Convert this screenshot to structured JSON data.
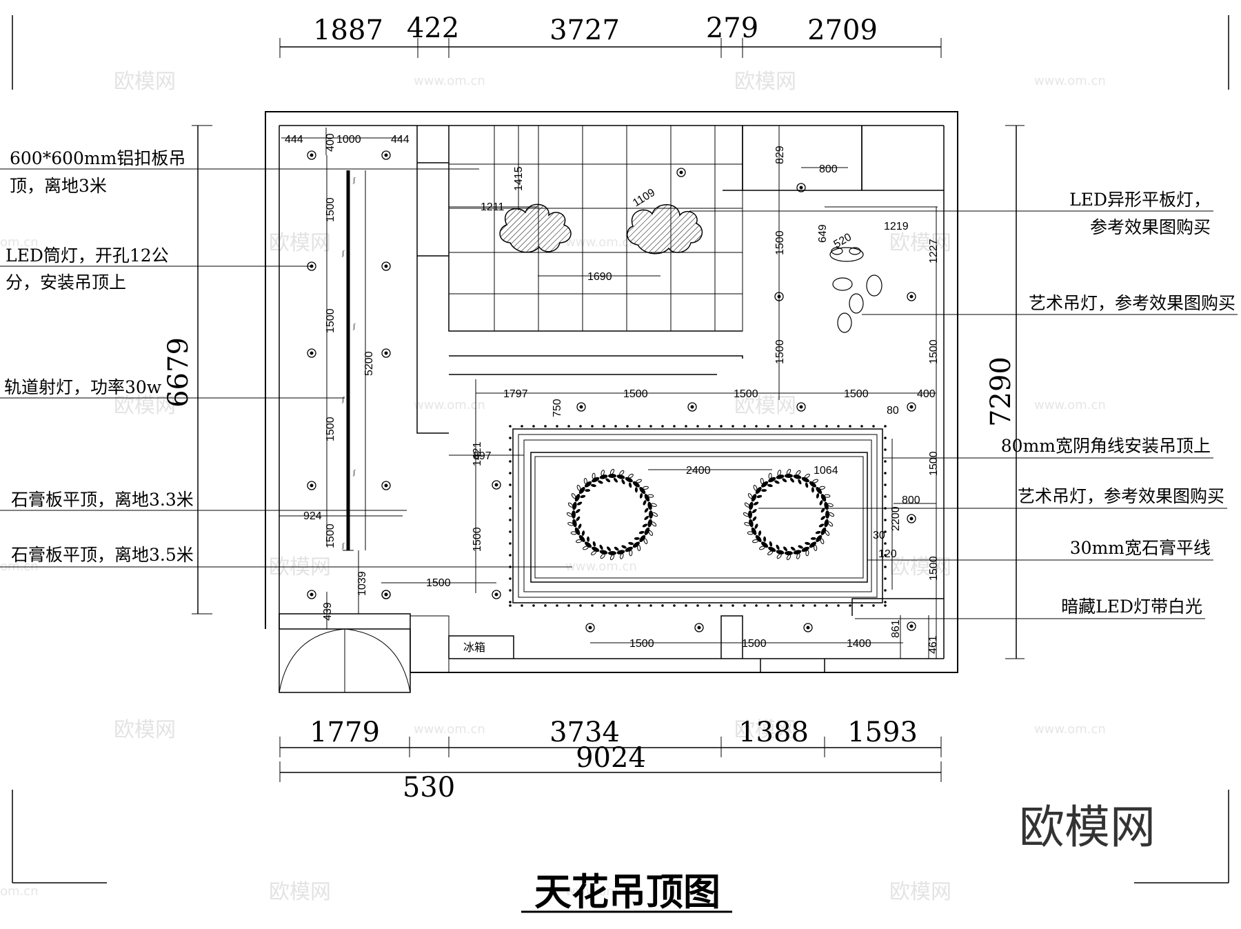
{
  "title": "天花吊顶图",
  "logo": "欧模网",
  "watermark": {
    "text": "欧模网",
    "url": "www.om.cn",
    "edge": "om.cn"
  },
  "dimensions": {
    "top": [
      "1887",
      "422",
      "3727",
      "279",
      "2709"
    ],
    "bottom": [
      "1779",
      "3734",
      "1388",
      "1593"
    ],
    "total": "9024",
    "extra": "530",
    "left_height": "6679",
    "right_height": "7290"
  },
  "notes_left": [
    {
      "line1": "600*600mm铝扣板吊",
      "line2": "顶，离地3米"
    },
    {
      "line1": "LED筒灯，开孔12公",
      "line2": "分，安装吊顶上"
    },
    {
      "line1": "轨道射灯，功率30w",
      "line2": ""
    },
    {
      "line1": "石膏板平顶，离地3.3米",
      "line2": ""
    },
    {
      "line1": "石膏板平顶，离地3.5米",
      "line2": ""
    }
  ],
  "notes_right": [
    {
      "line1": "LED异形平板灯，",
      "line2": "参考效果图购买"
    },
    {
      "line1": "艺术吊灯，参考效果图购买",
      "line2": ""
    },
    {
      "line1": "80mm宽阴角线安装吊顶上",
      "line2": ""
    },
    {
      "line1": "艺术吊灯，参考效果图购买",
      "line2": ""
    },
    {
      "line1": "30mm宽石膏平线",
      "line2": ""
    },
    {
      "line1": "暗藏LED灯带白光",
      "line2": ""
    }
  ],
  "inner_dims": {
    "d444a": "444",
    "d1000": "1000",
    "d444b": "444",
    "d400": "400",
    "l1500a": "1500",
    "l1500b": "1500",
    "l1500c": "1500",
    "l1500d": "1500",
    "d5200": "5200",
    "d924": "924",
    "d439": "439",
    "d1039": "1039",
    "d1415": "1415",
    "d1211": "1211",
    "d1109": "1109",
    "d1690": "1690",
    "d829": "829",
    "d800a": "800",
    "d649": "649",
    "d520": "520",
    "d1219": "1219",
    "d1227": "1227",
    "r1500a": "1500",
    "r1500b": "1500",
    "r1500c": "1500",
    "r1500d": "1500",
    "r1500e": "1500",
    "d1797": "1797",
    "h1500a": "1500",
    "h1500b": "1500",
    "h1500c": "1500",
    "d400b": "400",
    "d750": "750",
    "d1421": "1421",
    "d897": "897",
    "d80": "80",
    "d2400": "2400",
    "d1064": "1064",
    "d800b": "800",
    "d2200": "2200",
    "d30": "30",
    "d120": "120",
    "m1500a": "1500",
    "m1500b": "1500",
    "b1500a": "1500",
    "b1500b": "1500",
    "d1400": "1400",
    "d861": "861",
    "d461": "461",
    "tag": "冰箱"
  }
}
